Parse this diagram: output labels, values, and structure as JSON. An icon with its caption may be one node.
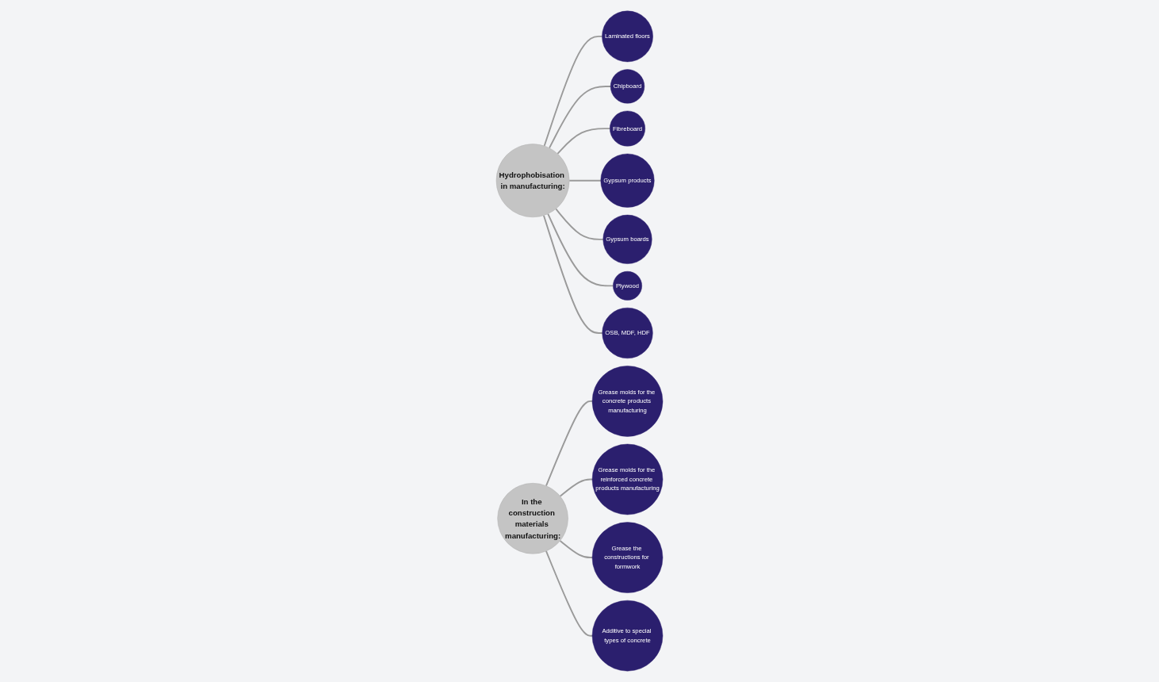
{
  "diagram": {
    "nodes": [
      {
        "text": [
          "Hydrophobisation in manufacturing:"
        ]
      },
      {
        "text": [
          "Laminated floors"
        ]
      },
      {
        "text": [
          "Chipboard"
        ]
      },
      {
        "text": [
          "Fibreboard"
        ]
      },
      {
        "text": [
          "Gypsum products"
        ]
      },
      {
        "text": [
          "Gypsum boards"
        ]
      },
      {
        "text": [
          "Plywood"
        ]
      },
      {
        "text": [
          "OSB, MDF, HDF"
        ]
      },
      {
        "text": [
          "In the construction materials manufacturing:"
        ]
      },
      {
        "text": [
          "Grease molds for the concrete products manufacturing"
        ]
      },
      {
        "text": [
          "Grease molds for the reinforced concrete products manufacturing"
        ]
      },
      {
        "text": [
          "Grease the constructions for formwork"
        ]
      },
      {
        "text": [
          "Additive to special types of concrete"
        ]
      }
    ],
    "edges": [
      {
        "from": 0,
        "to": 1,
        "arrow": "none"
      },
      {
        "from": 0,
        "to": 2,
        "arrow": "none"
      },
      {
        "from": 0,
        "to": 3,
        "arrow": "none"
      },
      {
        "from": 0,
        "to": 4,
        "arrow": "none"
      },
      {
        "from": 0,
        "to": 5,
        "arrow": "none"
      },
      {
        "from": 0,
        "to": 6,
        "arrow": "none"
      },
      {
        "from": 0,
        "to": 7,
        "arrow": "none"
      },
      {
        "from": 8,
        "to": 9,
        "arrow": "none"
      },
      {
        "from": 8,
        "to": 10,
        "arrow": "none"
      },
      {
        "from": 8,
        "to": 11,
        "arrow": "none"
      },
      {
        "from": 8,
        "to": 12,
        "arrow": "none"
      }
    ]
  }
}
